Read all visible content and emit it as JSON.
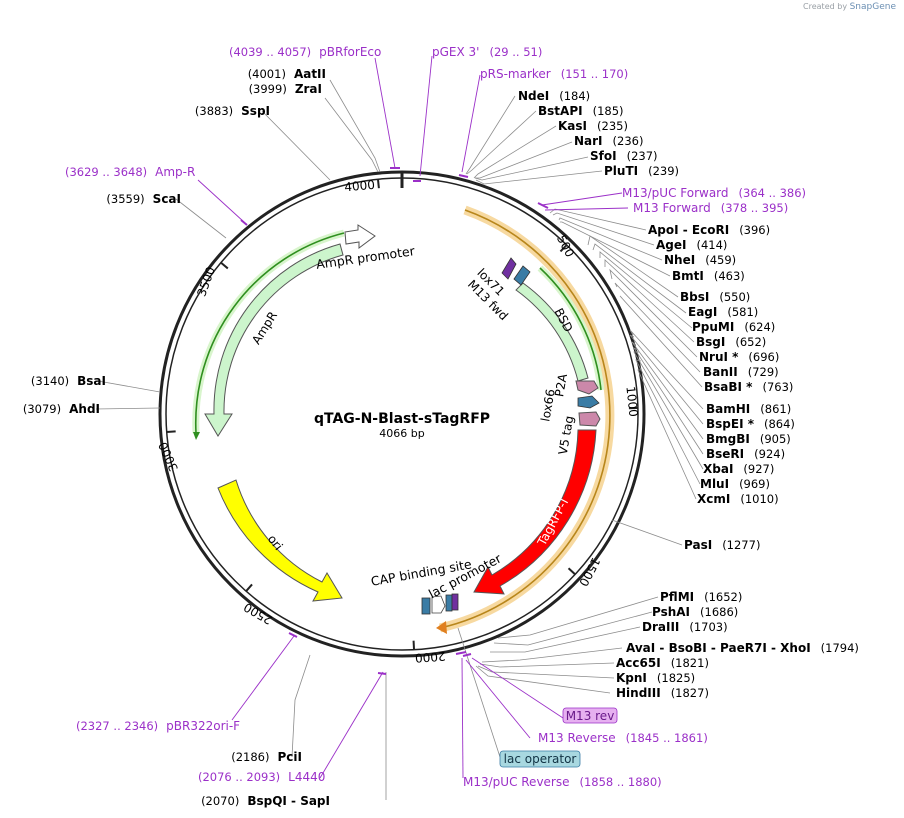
{
  "credit": {
    "prefix": "Created by",
    "brand": "SnapGene"
  },
  "plasmid": {
    "name": "qTAG-N-Blast-sTagRFP",
    "length_label": "4066 bp",
    "length": 4066
  },
  "ticks": [
    "500",
    "1000",
    "1500",
    "2000",
    "2500",
    "3000",
    "3500",
    "4000"
  ],
  "enzymes": [
    {
      "name": "AatII",
      "pos": "(4001)"
    },
    {
      "name": "ZraI",
      "pos": "(3999)"
    },
    {
      "name": "SspI",
      "pos": "(3883)"
    },
    {
      "name": "ScaI",
      "pos": "(3559)"
    },
    {
      "name": "BsaI",
      "pos": "(3140)"
    },
    {
      "name": "AhdI",
      "pos": "(3079)"
    },
    {
      "name": "PciI",
      "pos": "(2186)"
    },
    {
      "name": "BspQI  -  SapI",
      "pos": "(2070)"
    },
    {
      "name": "NdeI",
      "pos": "(184)"
    },
    {
      "name": "BstAPI",
      "pos": "(185)"
    },
    {
      "name": "KasI",
      "pos": "(235)"
    },
    {
      "name": "NarI",
      "pos": "(236)"
    },
    {
      "name": "SfoI",
      "pos": "(237)"
    },
    {
      "name": "PluTI",
      "pos": "(239)"
    },
    {
      "name": "ApoI  -  EcoRI",
      "pos": "(396)"
    },
    {
      "name": "AgeI",
      "pos": "(414)"
    },
    {
      "name": "NheI",
      "pos": "(459)"
    },
    {
      "name": "BmtI",
      "pos": "(463)"
    },
    {
      "name": "BbsI",
      "pos": "(550)"
    },
    {
      "name": "EagI",
      "pos": "(581)"
    },
    {
      "name": "PpuMI",
      "pos": "(624)"
    },
    {
      "name": "BsgI",
      "pos": "(652)"
    },
    {
      "name": "NruI *",
      "pos": "(696)"
    },
    {
      "name": "BanII",
      "pos": "(729)"
    },
    {
      "name": "BsaBI *",
      "pos": "(763)"
    },
    {
      "name": "BamHI",
      "pos": "(861)"
    },
    {
      "name": "BspEI *",
      "pos": "(864)"
    },
    {
      "name": "BmgBI",
      "pos": "(905)"
    },
    {
      "name": "BseRI",
      "pos": "(924)"
    },
    {
      "name": "XbaI",
      "pos": "(927)"
    },
    {
      "name": "MluI",
      "pos": "(969)"
    },
    {
      "name": "XcmI",
      "pos": "(1010)"
    },
    {
      "name": "PasI",
      "pos": "(1277)"
    },
    {
      "name": "PflMI",
      "pos": "(1652)"
    },
    {
      "name": "PshAI",
      "pos": "(1686)"
    },
    {
      "name": "DraIII",
      "pos": "(1703)"
    },
    {
      "name": "AvaI  -  BsoBI  -  PaeR7I  -  XhoI",
      "pos": "(1794)"
    },
    {
      "name": "Acc65I",
      "pos": "(1821)"
    },
    {
      "name": "KpnI",
      "pos": "(1825)"
    },
    {
      "name": "HindIII",
      "pos": "(1827)"
    }
  ],
  "primers": [
    {
      "name": "pBRforEco",
      "range": "(4039 .. 4057)"
    },
    {
      "name": "pGEX 3'",
      "range": "(29 .. 51)"
    },
    {
      "name": "pRS-marker",
      "range": "(151 .. 170)"
    },
    {
      "name": "Amp-R",
      "range": "(3629 .. 3648)"
    },
    {
      "name": "M13/pUC Forward",
      "range": "(364 .. 386)"
    },
    {
      "name": "M13 Forward",
      "range": "(378 .. 395)"
    },
    {
      "name": "M13 Reverse",
      "range": "(1845 .. 1861)"
    },
    {
      "name": "M13/pUC Reverse",
      "range": "(1858 .. 1880)"
    },
    {
      "name": "pBR322ori-F",
      "range": "(2327 .. 2346)"
    },
    {
      "name": "L4440",
      "range": "(2076 .. 2093)"
    }
  ],
  "boxed_labels": [
    {
      "name": "M13 rev",
      "color": "#e6b0f0"
    },
    {
      "name": "lac operator",
      "color": "#a8d8e0"
    }
  ],
  "features": [
    {
      "name": "AmpR promoter",
      "color": "#d4f5d4"
    },
    {
      "name": "AmpR",
      "color": "#ccf5cc"
    },
    {
      "name": "ori",
      "color": "#ffff00"
    },
    {
      "name": "lox71",
      "color": "#7030a0"
    },
    {
      "name": "M13 fwd",
      "color": "#3a7ca5"
    },
    {
      "name": "BSD",
      "color": "#ccf5cc"
    },
    {
      "name": "P2A",
      "color": "#cc88aa"
    },
    {
      "name": "lox66",
      "color": "#3a7ca5"
    },
    {
      "name": "V5 tag",
      "color": "#cc88aa"
    },
    {
      "name": "TagRFP-T",
      "color": "#ff0000"
    },
    {
      "name": "CAP binding site",
      "color": "#3a7ca5"
    },
    {
      "name": "lac promoter",
      "color": "#ffffff"
    }
  ],
  "colors": {
    "primer": "#9b30c8",
    "leader": "#8c8c8c",
    "orf_orange": "#f0a030",
    "orf_green": "#33aa22"
  }
}
